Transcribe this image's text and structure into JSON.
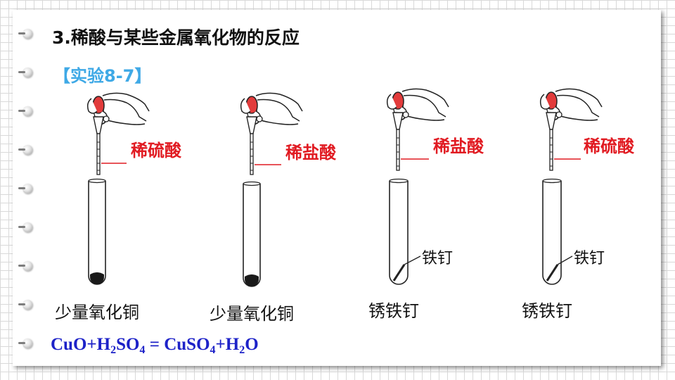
{
  "heading": "3.稀酸与某些金属氧化物的反应",
  "experiment_label": "【实验8-7】",
  "setups": [
    {
      "acid": "稀硫酸",
      "solid": "少量氧化铜"
    },
    {
      "acid": "稀盐酸",
      "solid": "少量氧化铜"
    },
    {
      "acid": "稀盐酸",
      "solid": "锈铁钉",
      "nail": "铁钉"
    },
    {
      "acid": "稀硫酸",
      "solid": "锈铁钉",
      "nail": "铁钉"
    }
  ],
  "equation": {
    "p1": "CuO+H",
    "s1": "2",
    "p2": "SO",
    "s2": "4",
    "p3": " = CuSO",
    "s3": "4",
    "p4": "+H",
    "s4": "2",
    "p5": "O"
  },
  "colors": {
    "acid_label": "#e11b22",
    "experiment_label": "#3fa9e6",
    "equation": "#1d22c8"
  }
}
